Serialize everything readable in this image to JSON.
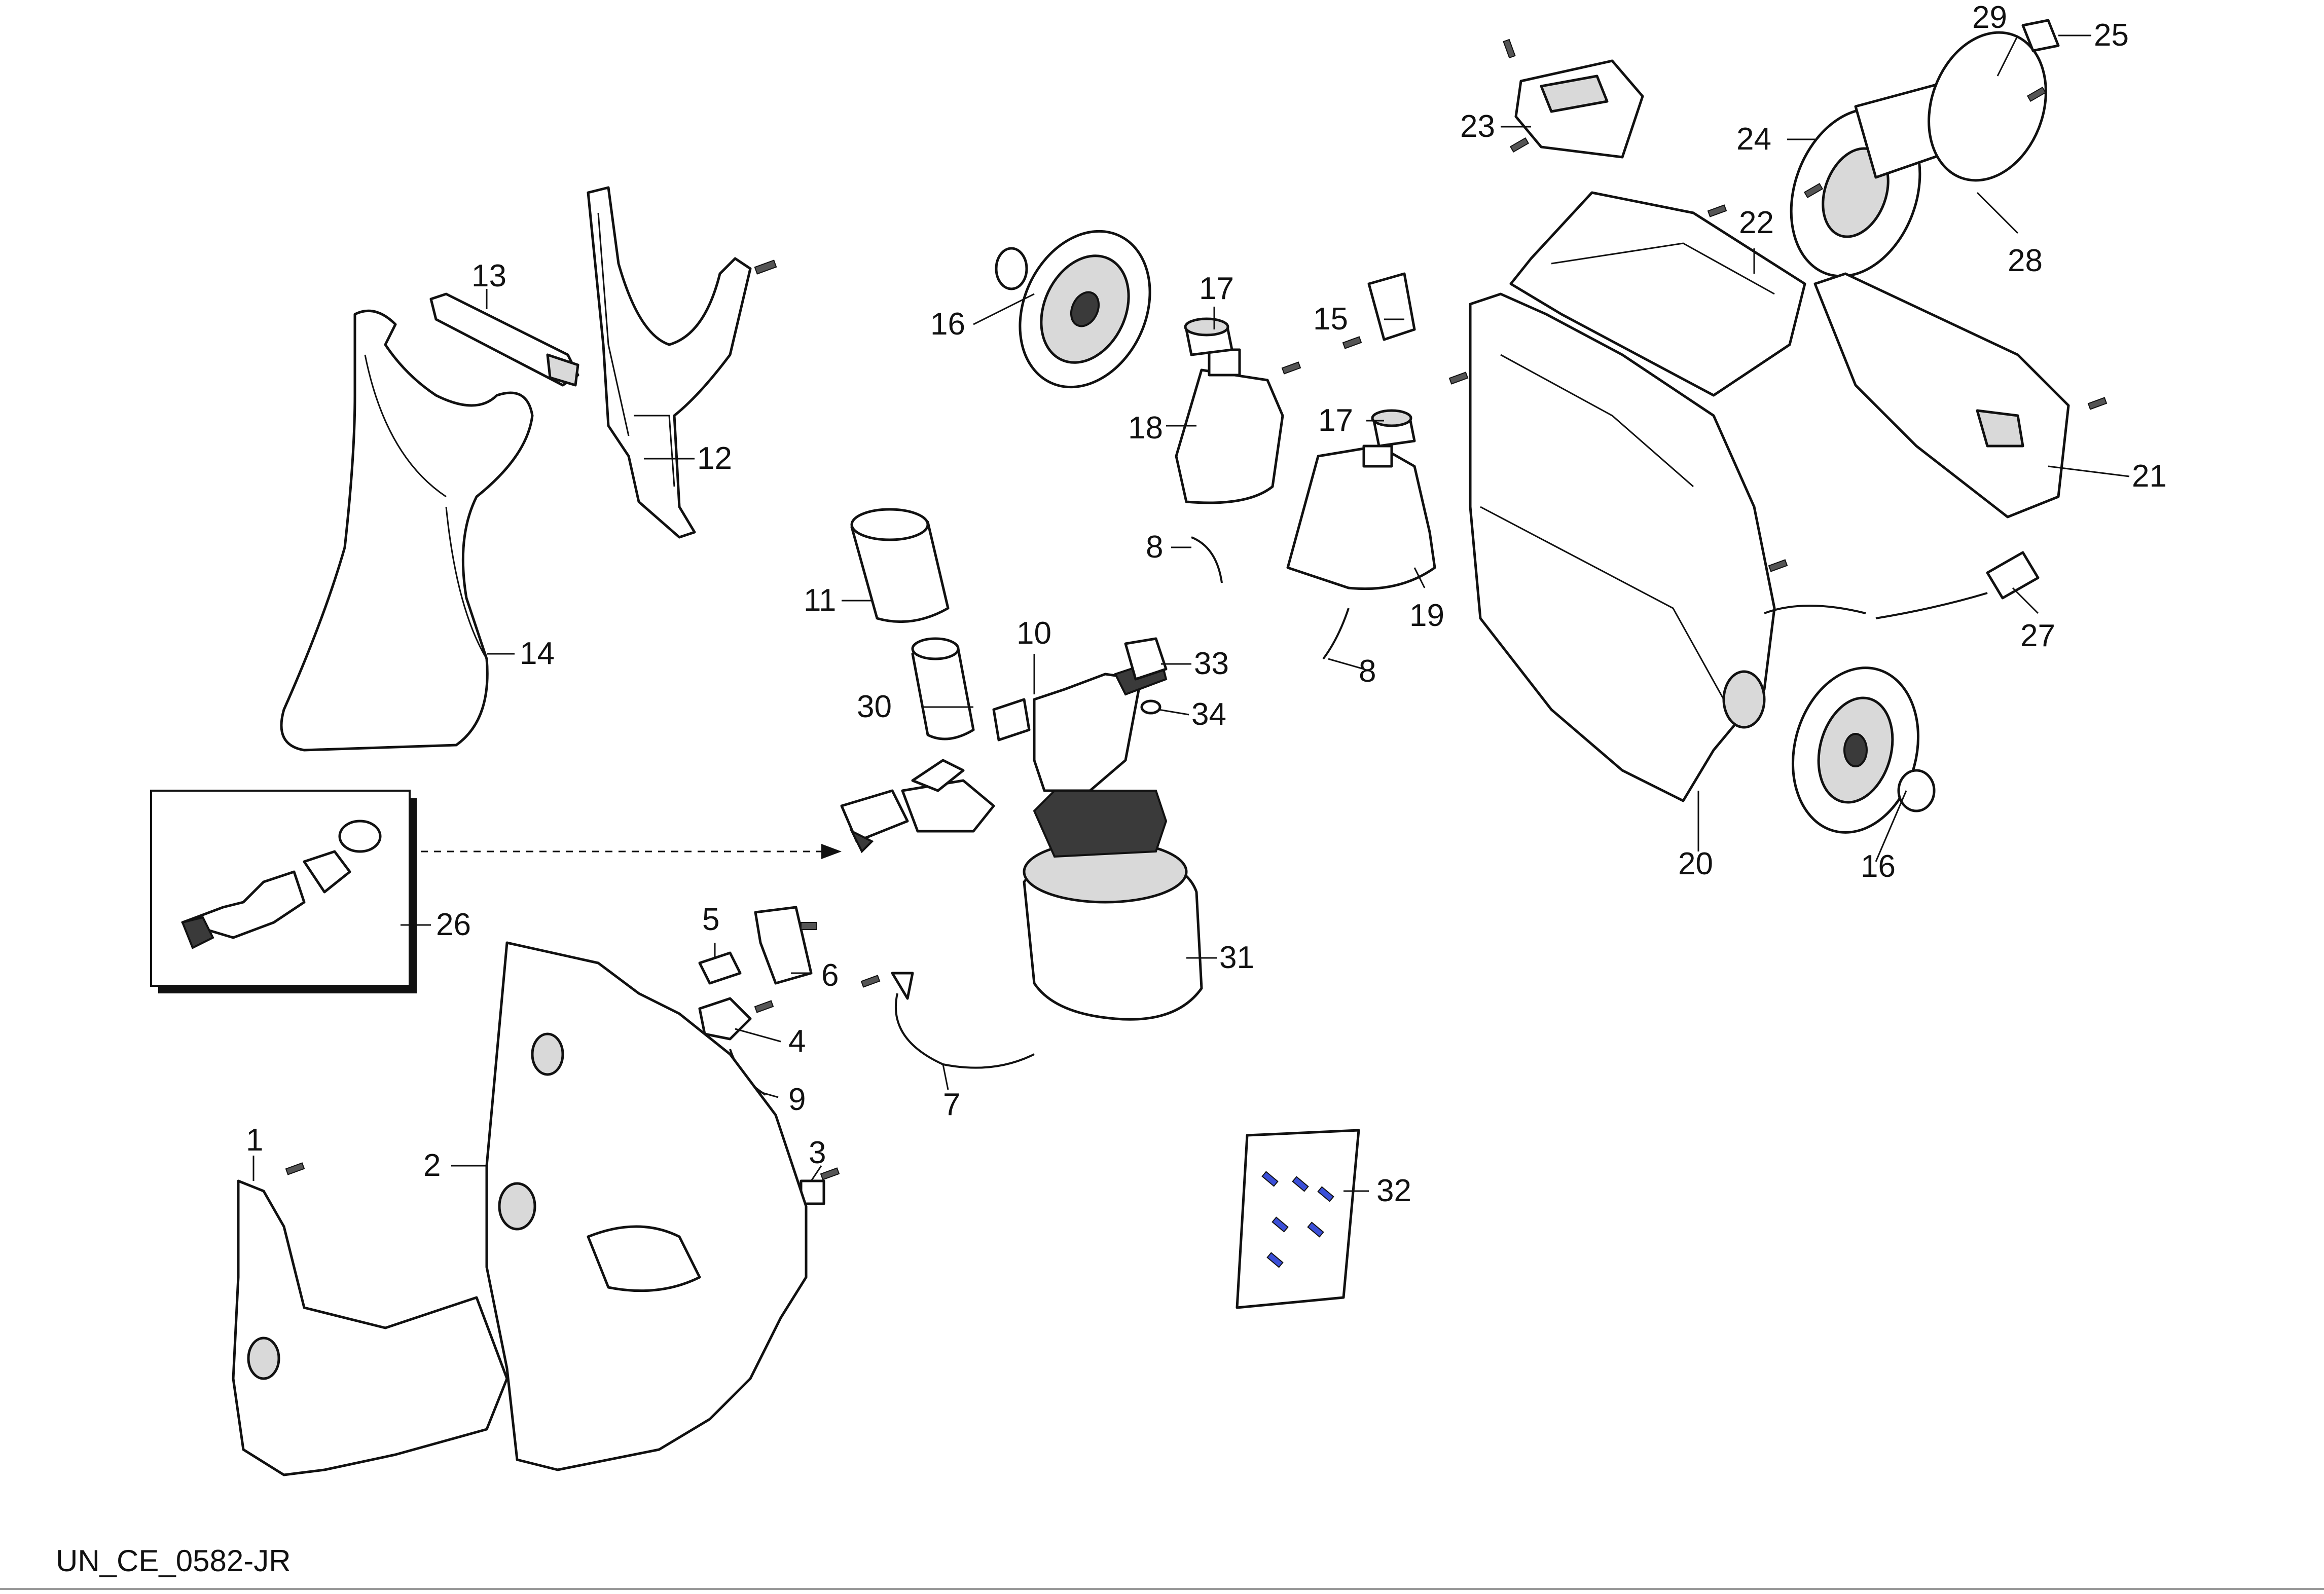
{
  "drawing_code": "UN_CE_0582-JR",
  "callouts": {
    "p1": "1",
    "p2": "2",
    "p3": "3",
    "p4": "4",
    "p5": "5",
    "p6": "6",
    "p7": "7",
    "p8a": "8",
    "p8b": "8",
    "p9": "9",
    "p10": "10",
    "p11": "11",
    "p12": "12",
    "p13": "13",
    "p14": "14",
    "p15": "15",
    "p16a": "16",
    "p16b": "16",
    "p17a": "17",
    "p17b": "17",
    "p18": "18",
    "p19": "19",
    "p20": "20",
    "p21": "21",
    "p22": "22",
    "p23": "23",
    "p24": "24",
    "p25": "25",
    "p26": "26",
    "p27": "27",
    "p28": "28",
    "p29": "29",
    "p30": "30",
    "p31": "31",
    "p32": "32",
    "p33": "33",
    "p34": "34"
  },
  "colors": {
    "line": "#111111",
    "shade": "#d9d9d9",
    "screw_bag": "#3b4fd8"
  }
}
